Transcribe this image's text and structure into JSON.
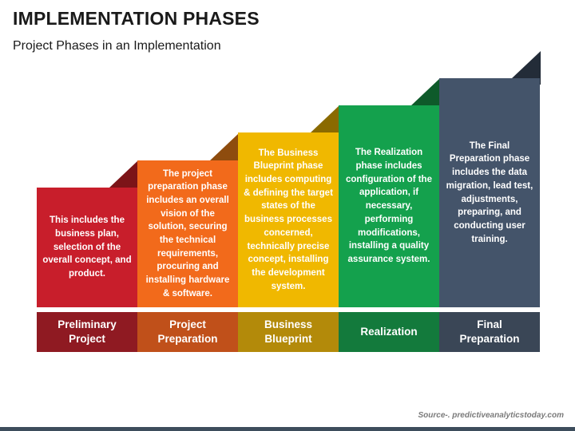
{
  "header": {
    "title": "IMPLEMENTATION PHASES",
    "subtitle": "Project Phases in an Implementation"
  },
  "phases": [
    {
      "label": "Preliminary Project",
      "description": "This includes the business plan, selection of the overall concept, and product.",
      "color": "#c81e2b",
      "label_color": "#8f1a22"
    },
    {
      "label": "Project Preparation",
      "description": "The project preparation phase includes an overall vision of the solution, securing the technical requirements, procuring and installing hardware & software.",
      "color": "#f26a1b",
      "label_color": "#c0501a"
    },
    {
      "label": "Business Blueprint",
      "description": "The Business Blueprint phase includes computing & defining the target states of the business processes concerned, technically precise concept, installing the development system.",
      "color": "#f0b800",
      "label_color": "#b38a0a"
    },
    {
      "label": "Realization",
      "description": "The Realization phase includes configuration of the application, if necessary, performing modifications, installing a quality assurance system.",
      "color": "#14a14d",
      "label_color": "#137a3c"
    },
    {
      "label": "Final Preparation",
      "description": "The Final Preparation phase includes the data migration, lead test, adjustments, preparing, and conducting user training.",
      "color": "#44546a",
      "label_color": "#3a4656"
    }
  ],
  "shadow_colors": [
    "#7c1418",
    "#8e4c0e",
    "#8a6a00",
    "#0e5a2a",
    "#232c38"
  ],
  "source": "Source-. predictiveanalyticstoday.com"
}
